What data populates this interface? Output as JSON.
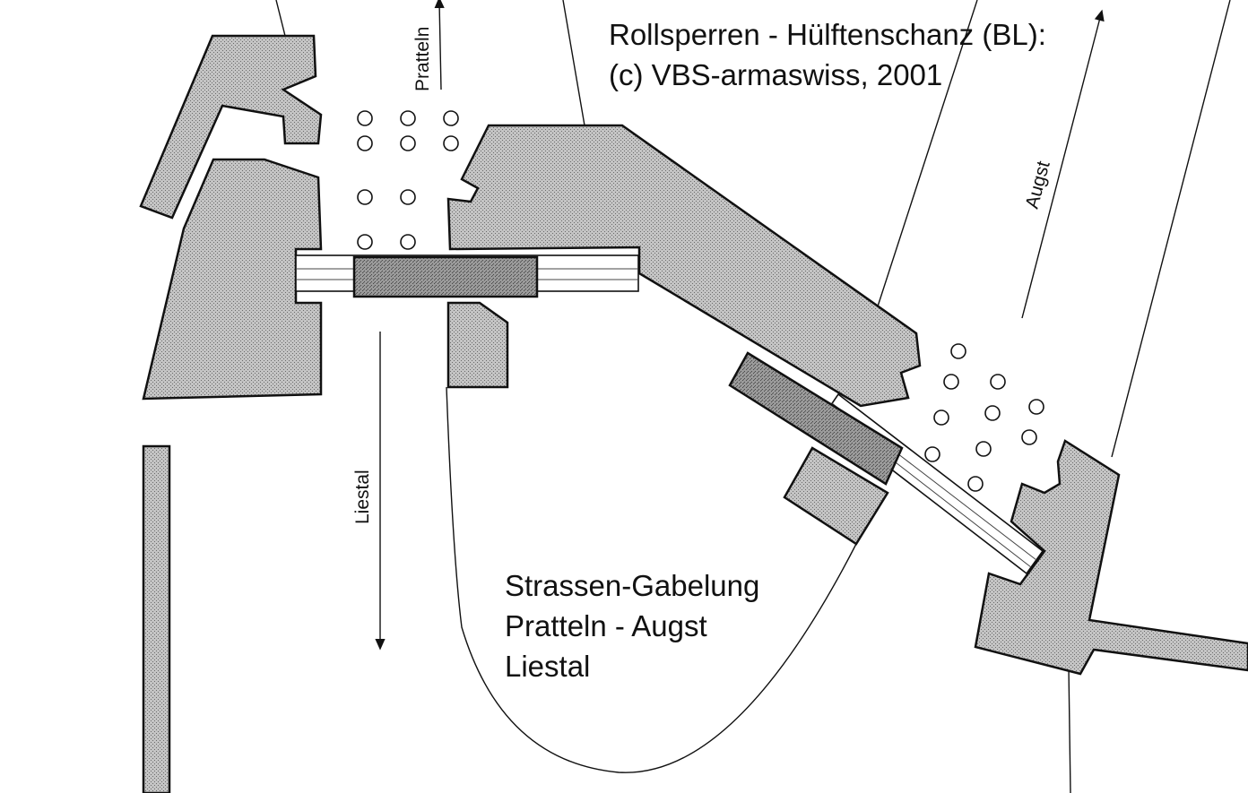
{
  "title": {
    "line1": "Rollsperren - Hülftenschanz (BL):",
    "line2": "(c) VBS-armaswiss, 2001"
  },
  "junction": {
    "line1": "Strassen-Gabelung",
    "line2": "Pratteln - Augst",
    "line3": "Liestal"
  },
  "directions": {
    "north": "Pratteln",
    "south": "Liestal",
    "east": "Augst"
  },
  "colors": {
    "block_fill": "#bdbdbd",
    "block_dark": "#8e8e8e",
    "ink": "#111111"
  }
}
